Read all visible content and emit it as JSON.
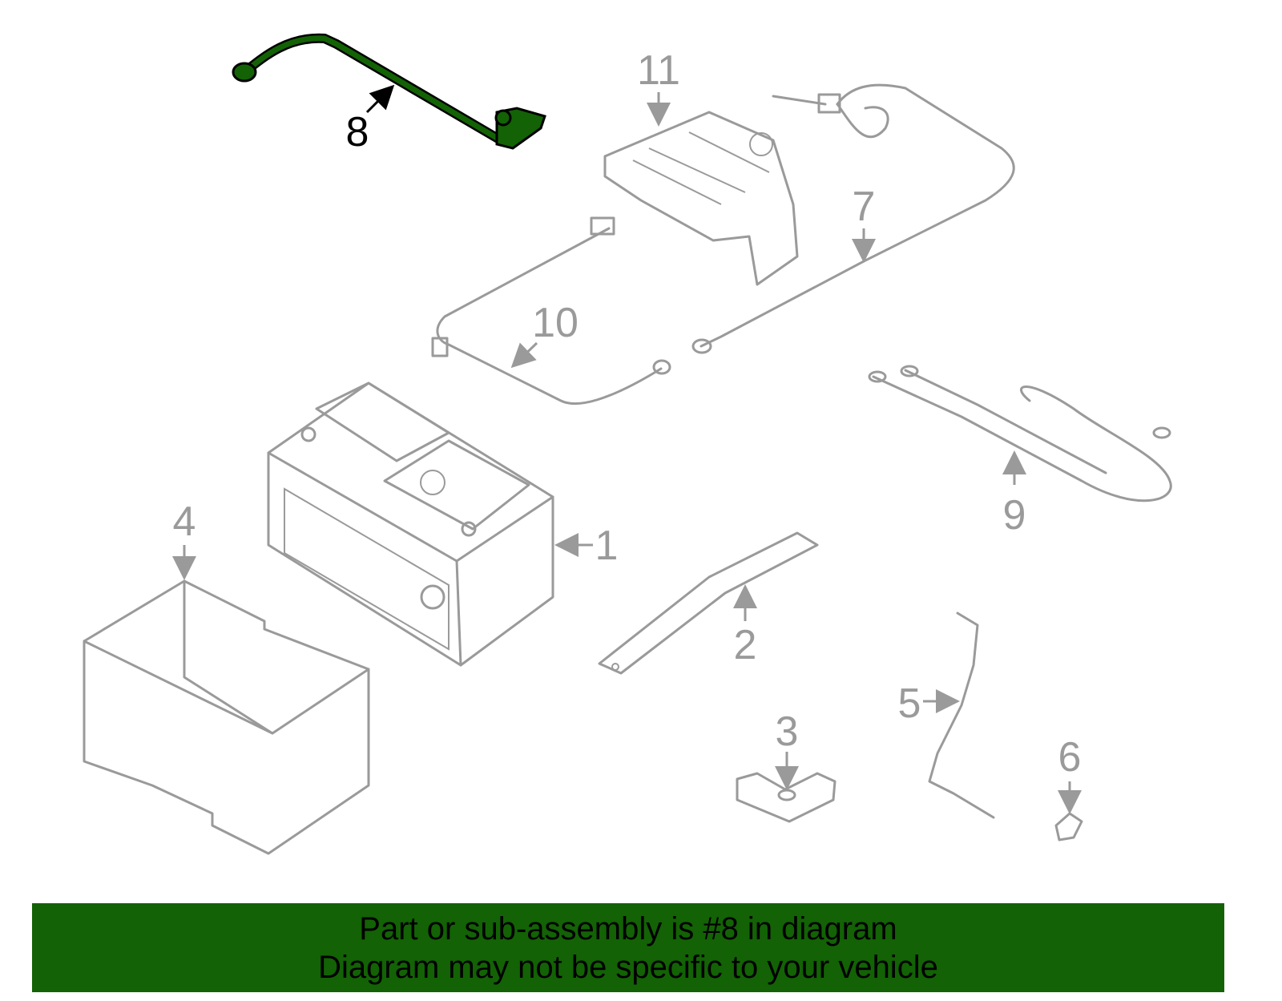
{
  "diagram": {
    "highlight_color": "#136205",
    "callouts": [
      {
        "id": "1",
        "label": "1"
      },
      {
        "id": "2",
        "label": "2"
      },
      {
        "id": "3",
        "label": "3"
      },
      {
        "id": "4",
        "label": "4"
      },
      {
        "id": "5",
        "label": "5"
      },
      {
        "id": "6",
        "label": "6"
      },
      {
        "id": "7",
        "label": "7"
      },
      {
        "id": "8",
        "label": "8",
        "highlighted": true
      },
      {
        "id": "9",
        "label": "9"
      },
      {
        "id": "10",
        "label": "10"
      },
      {
        "id": "11",
        "label": "11"
      }
    ]
  },
  "banner": {
    "line1": "Part or sub-assembly is #8 in diagram",
    "line2": "Diagram may not be specific to your vehicle"
  }
}
